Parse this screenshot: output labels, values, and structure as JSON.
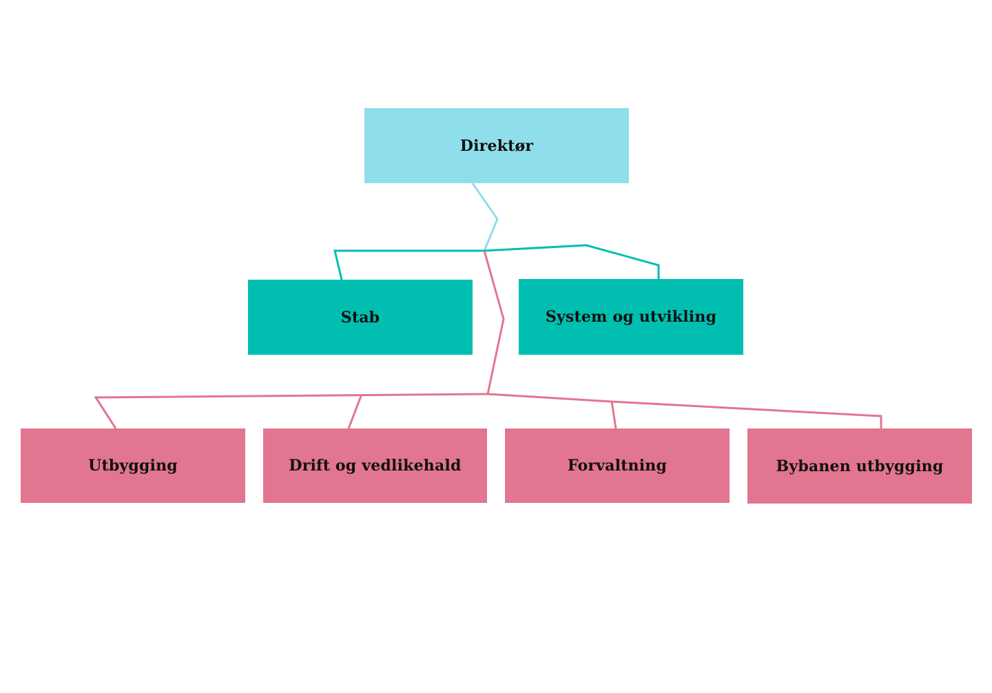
{
  "colors": {
    "director": "#8fdeeb",
    "staff": "#00bfb0",
    "department": "#e2758f",
    "text": "#111111"
  },
  "nodes": {
    "director": {
      "label": "Direktør"
    },
    "stab": {
      "label": "Stab"
    },
    "system": {
      "label": "System og utvikling"
    },
    "utbygging": {
      "label": "Utbygging"
    },
    "drift": {
      "label": "Drift og vedlikehald"
    },
    "forvaltning": {
      "label": "Forvaltning"
    },
    "bybanen": {
      "label": "Bybanen utbygging"
    }
  }
}
